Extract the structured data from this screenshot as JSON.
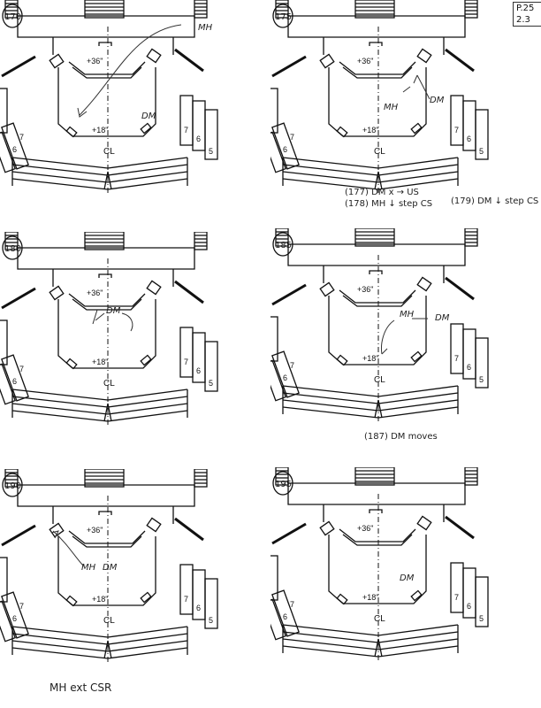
{
  "page_ref": [
    "P.25",
    "2.3"
  ],
  "common": {
    "upstage_mark": "+36\"",
    "downstage_mark": "+18\"",
    "centerline": "CL",
    "block_numbers": [
      "7",
      "6",
      "5"
    ]
  },
  "panels": [
    {
      "cue": "170",
      "labels": [
        "MH",
        "DM"
      ]
    },
    {
      "cue": "175",
      "labels": [
        "MH",
        "DM"
      ]
    },
    {
      "cue": "180",
      "labels": [
        "DM"
      ]
    },
    {
      "cue": "185",
      "labels": [
        "MH",
        "DM"
      ]
    },
    {
      "cue": "190",
      "labels": [
        "MH",
        "DM"
      ]
    },
    {
      "cue": "195",
      "labels": [
        "DM"
      ]
    }
  ],
  "notes": {
    "n177": "(177) DM x → US",
    "n178": "(178) MH ↓ step CS",
    "n179": "(179) DM ↓ step CS",
    "n187": "(187) DM moves",
    "n190": "MH ext CSR"
  }
}
